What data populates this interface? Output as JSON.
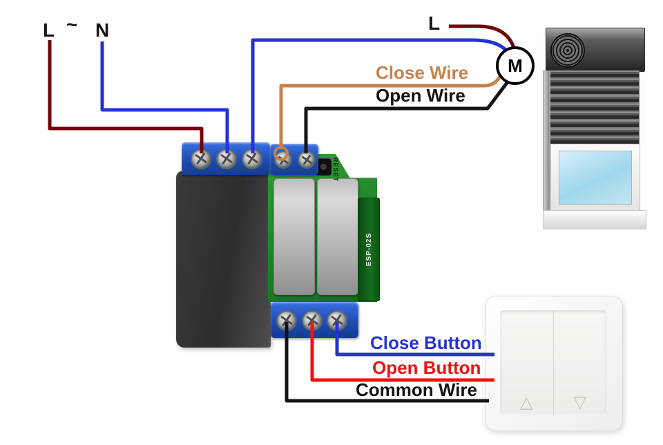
{
  "diagram": {
    "power": {
      "live": "L",
      "phase_symbol": "~",
      "neutral": "N"
    },
    "motor": {
      "label": "M",
      "live_label": "L"
    },
    "labels": {
      "close_wire": "Close Wire",
      "open_wire": "Open Wire",
      "close_button": "Close Button",
      "open_button": "Open Button",
      "common_wire": "Common Wire"
    },
    "module": {
      "reset_label": "RESET",
      "chip_label": "ESP-02S"
    },
    "wall_switch": {
      "up_icon": "△",
      "down_icon": "▽"
    },
    "colors": {
      "live_wire": "#70040c",
      "neutral_wire": "#2531d6",
      "close_wire": "#c5824e",
      "open_wire": "#141414",
      "close_button_wire": "#2531d6",
      "open_button_wire": "#ee1111",
      "common_wire": "#141414"
    }
  }
}
